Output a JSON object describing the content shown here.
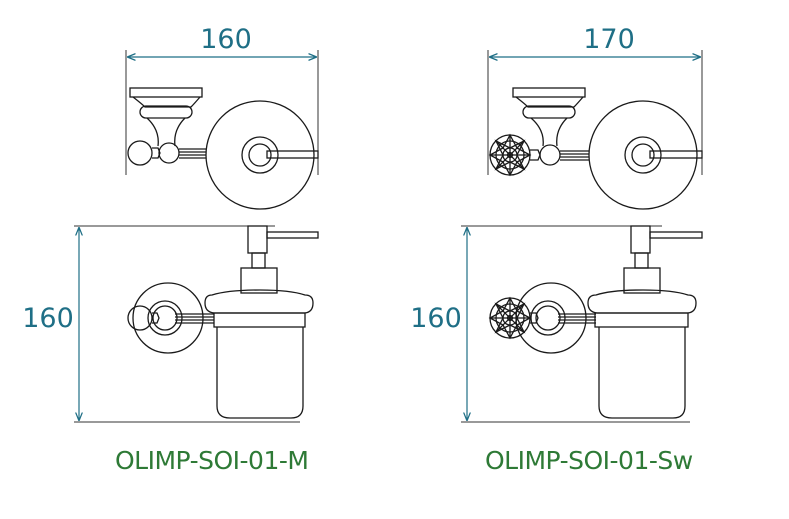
{
  "products": [
    {
      "model": "OLIMP-SOI-01-M",
      "width_dimension": "160",
      "height_dimension": "160",
      "knob_type": "metal-ball"
    },
    {
      "model": "OLIMP-SOI-01-Sw",
      "width_dimension": "170",
      "height_dimension": "160",
      "knob_type": "crystal-ball"
    }
  ],
  "colors": {
    "dimension": "#1f6f86",
    "label": "#2e7a36",
    "line": "#1a1a1a"
  }
}
